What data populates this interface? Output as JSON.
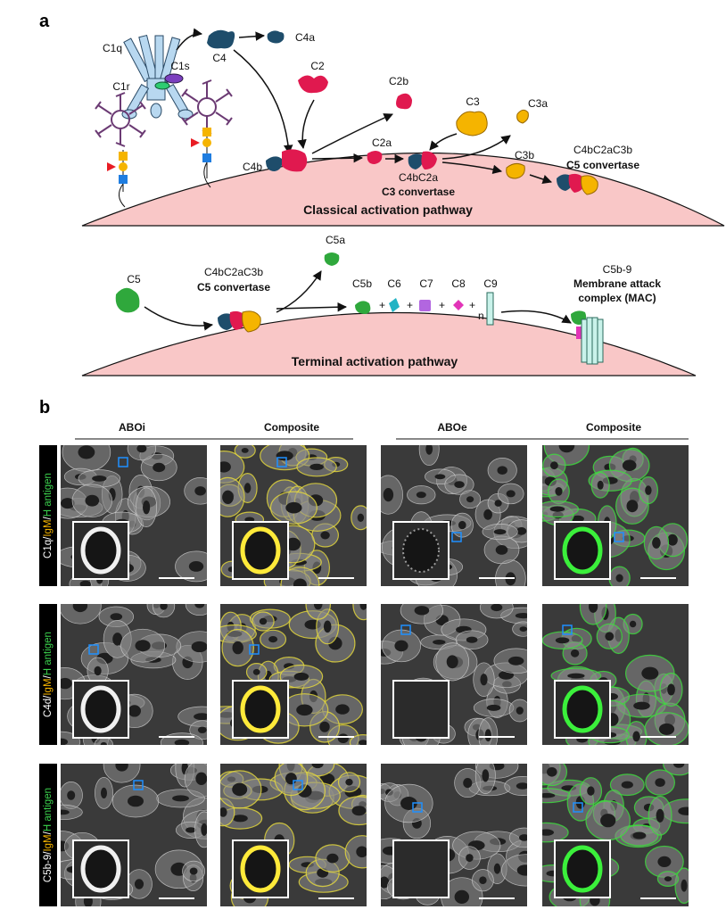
{
  "panel_a": {
    "label": "a",
    "molecules": {
      "c1q": "C1q",
      "c1s": "C1s",
      "c1r": "C1r",
      "c4": "C4",
      "c4a": "C4a",
      "c4b": "C4b",
      "c2": "C2",
      "c2a": "C2a",
      "c2b": "C2b",
      "c3": "C3",
      "c3a": "C3a",
      "c3b": "C3b",
      "c4bc2a": "C4bC2a",
      "c3_convertase": "C3 convertase",
      "c4bc2ac3b_top": "C4bC2aC3b",
      "c5_convertase_top": "C5 convertase",
      "c5": "C5",
      "c5a": "C5a",
      "c5b": "C5b",
      "c4bc2ac3b_bottom": "C4bC2aC3b",
      "c5_convertase_bottom": "C5 convertase",
      "c6": "C6",
      "c7": "C7",
      "c8": "C8",
      "c9": "C9",
      "n": "n",
      "plus": "+",
      "mac_name": "C5b-9",
      "mac_line1": "Membrane attack",
      "mac_line2": "complex (MAC)"
    },
    "pathways": {
      "classical": "Classical activation pathway",
      "terminal": "Terminal activation pathway"
    }
  },
  "panel_b": {
    "label": "b",
    "column_headers": [
      "ABOi",
      "Composite",
      "ABOe",
      "Composite"
    ],
    "rows": [
      {
        "stain_prefix": "C1q",
        "sep1": "/",
        "igm": "IgM",
        "sep2": "/",
        "antigen": "H antigen"
      },
      {
        "stain_prefix": "C4d",
        "sep1": "/",
        "igm": "IgM",
        "sep2": "/",
        "antigen": "H antigen"
      },
      {
        "stain_prefix": "C5b-9",
        "sep1": "/",
        "igm": "IgM",
        "sep2": "/",
        "antigen": "H antigen"
      }
    ]
  },
  "colors": {
    "membrane": "#f9c7c7",
    "c4": "#1e4d6b",
    "c2": "#e0194f",
    "c3": "#f5b400",
    "c5": "#2fa83c",
    "c6": "#22b3c4",
    "c7": "#b266e0",
    "c8": "#e234b8",
    "c9": "#c9f2ea",
    "c1q": "#b8d8f0",
    "c1s": "#7b3fbf",
    "igm": "#6b3a73",
    "roi_box": "#1e90ff",
    "composite_abo_i": "#e8dc3a",
    "composite_abo_e": "#3be03b"
  }
}
